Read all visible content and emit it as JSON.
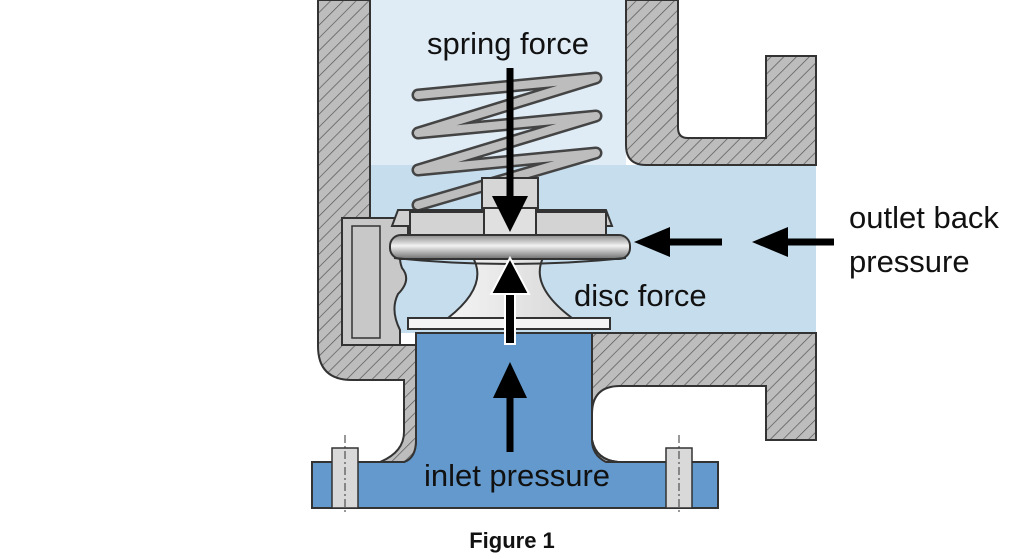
{
  "labels": {
    "spring_force": "spring force",
    "outlet_line1": "outlet back",
    "outlet_line2": "pressure",
    "disc_force": "disc force",
    "inlet_pressure": "inlet pressure"
  },
  "caption": "Figure 1",
  "colors": {
    "inlet_fluid": "#6399cc",
    "outlet_fluid": "#c5dded",
    "bonnet_fluid": "#dfecf5",
    "body_metal": "#bdbdbd",
    "hatch": "#555555",
    "outline": "#333333",
    "arrow": "#000000"
  }
}
